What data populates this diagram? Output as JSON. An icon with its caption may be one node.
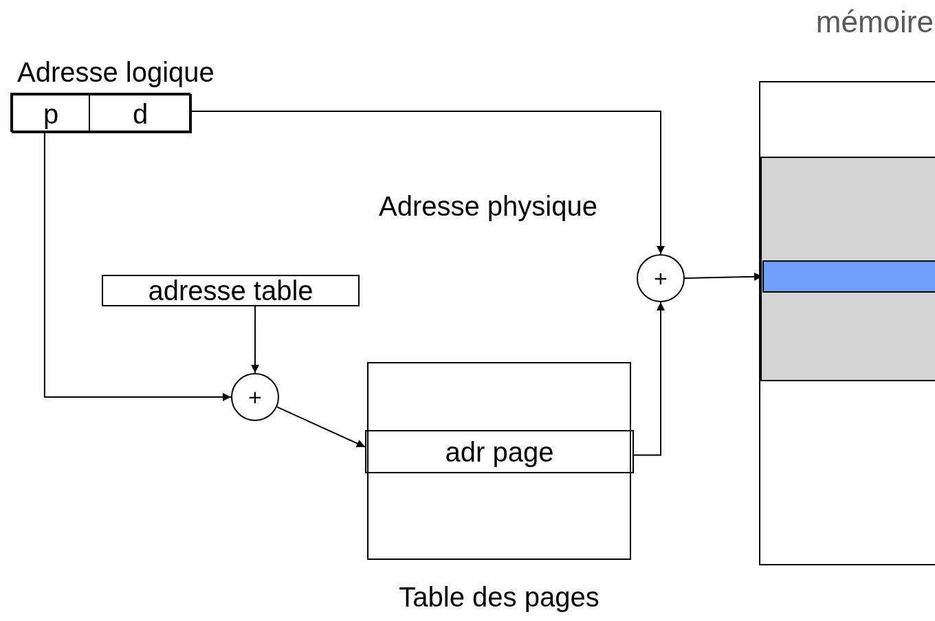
{
  "diagram": {
    "nodes": [
      {
        "text": [
          "Adresse logique"
        ]
      },
      {
        "text": [
          "p"
        ],
        "in": 0
      },
      {
        "text": [
          "d"
        ],
        "in": 0
      },
      {
        "text": [
          "adresse table"
        ]
      },
      {
        "text": [
          "+"
        ]
      },
      {
        "text": [
          "Table des pages"
        ]
      },
      {
        "text": [
          "adr page"
        ],
        "in": 5
      },
      {
        "text": [
          "+"
        ],
        "beside": [
          "Adresse physique"
        ]
      },
      {
        "text": [
          "mémoire"
        ]
      },
      {
        "text": [],
        "shape": "bar",
        "in": 8
      },
      {
        "text": [],
        "shape": "bar",
        "in": 9
      }
    ],
    "edges": [
      {
        "from": 1,
        "to": 4,
        "arrow": "to"
      },
      {
        "from": 3,
        "to": 4,
        "arrow": "to"
      },
      {
        "from": 4,
        "to": 6,
        "arrow": "to"
      },
      {
        "from": 6,
        "to": 7,
        "arrow": "to"
      },
      {
        "from": 2,
        "to": 7,
        "arrow": "to"
      },
      {
        "from": 7,
        "to": 10,
        "arrow": "to"
      }
    ]
  }
}
